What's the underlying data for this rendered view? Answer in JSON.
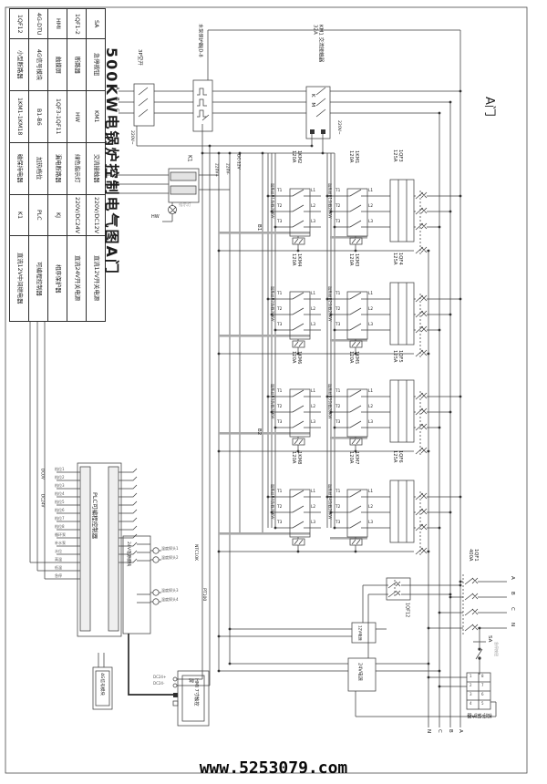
{
  "sheet": {
    "title": "500KW电锅炉控制电气图A门",
    "corner_label": "A门",
    "watermark": "www.5253079.com"
  },
  "legend_table": {
    "rows": [
      [
        "SA",
        "急停按钮",
        "KM1",
        "交流接触器",
        "220V/DC12V",
        "直流12V开关电源"
      ],
      [
        "1QF1-2",
        "断路器",
        "HW",
        "绿色指示灯",
        "220V/DC24V",
        "直流24V开关电源"
      ],
      [
        "HMI",
        "触摸屏",
        "1QF3-1QF11",
        "漏电断路器",
        "KJ",
        "相序保护器"
      ],
      [
        "4G-DTU",
        "4G信号模块",
        "B1-B6",
        "加热档位",
        "PLC",
        "可编程控制器"
      ],
      [
        "1QF12",
        "小型断路器",
        "1KM1-1KM18",
        "磁保持电器",
        "K1",
        "直流12V中间继电器"
      ]
    ]
  },
  "incoming": {
    "phases": [
      "A",
      "B",
      "C"
    ],
    "breaker": "3P空开",
    "pump_protector": "水泵保护器JD-8",
    "main_contactor": "KM1 交流接触器32A",
    "contactor_marks": "K M",
    "ac220_left": "220V~",
    "ac220_right": "220V~"
  },
  "control_bus": {
    "plus": "220V+",
    "minus": "220V-",
    "dc12": "DC-12V",
    "b1": "B1",
    "b2": "B2",
    "dc0v": "DC0V",
    "dc24v": "DC24V"
  },
  "k1_relay": {
    "label": "K1",
    "indicator": "指示灯",
    "indicator_tag": "HW"
  },
  "heater_groups": [
    {
      "km_left": "1KM2 120A",
      "km_right": "1KM1 120A",
      "breaker": "1QF3 125A",
      "load_left": "加热丝B1负载28KW",
      "load_right": "加热丝B1负载28KW"
    },
    {
      "km_left": "1KM4 120A",
      "km_right": "1KM3 120A",
      "breaker": "1QF4 125A",
      "load_left": "加热丝B2负载28KW",
      "load_right": "加热丝B2负载28KW"
    },
    {
      "km_left": "1KM6 120A",
      "km_right": "1KM5 120A",
      "breaker": "1QF5 125A",
      "load_left": "加热丝B3负载28KW",
      "load_right": "加热丝B3负载28KW"
    },
    {
      "km_left": "1KM8 120A",
      "km_right": "1KM7 120A",
      "breaker": "1QF6 125A",
      "load_left": "加热丝B4负载28KW",
      "load_right": "加热丝B4负载28KW"
    }
  ],
  "contact_pins": {
    "inputs": [
      "T1",
      "T2",
      "T3"
    ],
    "outputs": [
      "L1",
      "L2",
      "L3"
    ]
  },
  "plc": {
    "label": "PLC可编程控制器",
    "inputs": [
      "档位1",
      "档位2",
      "档位3",
      "档位4",
      "档位5",
      "档位6",
      "档位7",
      "档位8",
      "循环泵",
      "补水泵",
      "水位",
      "高温",
      "低温",
      "急停"
    ],
    "psu_label": "24V电源模块",
    "sensor_groups": [
      "NTC10K",
      "PT100"
    ],
    "sensors": [
      "温度探头1",
      "温度探头2",
      "温度探头3",
      "温度探头4"
    ]
  },
  "modules": {
    "g4": "4G信号模块",
    "hmi": "HMI 7寸触控屏",
    "hmi_pins": [
      "DC24+",
      "DC24-"
    ],
    "psu12": "12V电源",
    "psu24": "24V电源",
    "aux_breaker": "1QF12"
  },
  "outgoing": {
    "main_breaker": "1QF1 400A",
    "right_phases": [
      "A",
      "B",
      "C",
      "N"
    ],
    "bottom_phases": [
      "N",
      "C",
      "B",
      "A"
    ],
    "estop": "SA",
    "estop_name": "急停按钮",
    "phase_protector": "相序保护器",
    "protector_terminals": [
      "1",
      "2",
      "3",
      "4",
      "8",
      "7",
      "6",
      "5"
    ]
  }
}
